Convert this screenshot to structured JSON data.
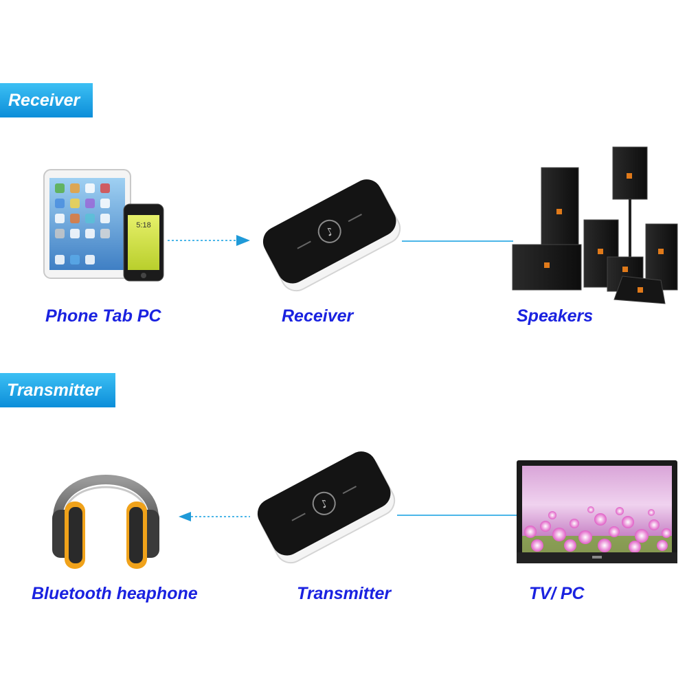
{
  "sections": [
    {
      "tag": "Receiver",
      "items": [
        {
          "label": "Phone Tab PC",
          "icon": "phone-tablet-icon"
        },
        {
          "label": "Receiver",
          "icon": "bluetooth-adapter-icon"
        },
        {
          "label": "Speakers",
          "icon": "speakers-icon"
        }
      ],
      "links": [
        "wireless-arrow-to-receiver",
        "cable-to-speakers"
      ]
    },
    {
      "tag": "Transmitter",
      "items": [
        {
          "label": "Bluetooth heaphone",
          "icon": "headphones-icon"
        },
        {
          "label": "Transmitter",
          "icon": "bluetooth-adapter-icon"
        },
        {
          "label": "TV/ PC",
          "icon": "tv-icon"
        }
      ],
      "links": [
        "wireless-arrow-to-headphones",
        "cable-from-tv"
      ]
    }
  ],
  "phone_screen_time": "5:18",
  "colors": {
    "tag_gradient_top": "#3cc0f4",
    "tag_gradient_bottom": "#0c8ed9",
    "label_text": "#1a22e0",
    "connector": "#4bb6e8"
  }
}
